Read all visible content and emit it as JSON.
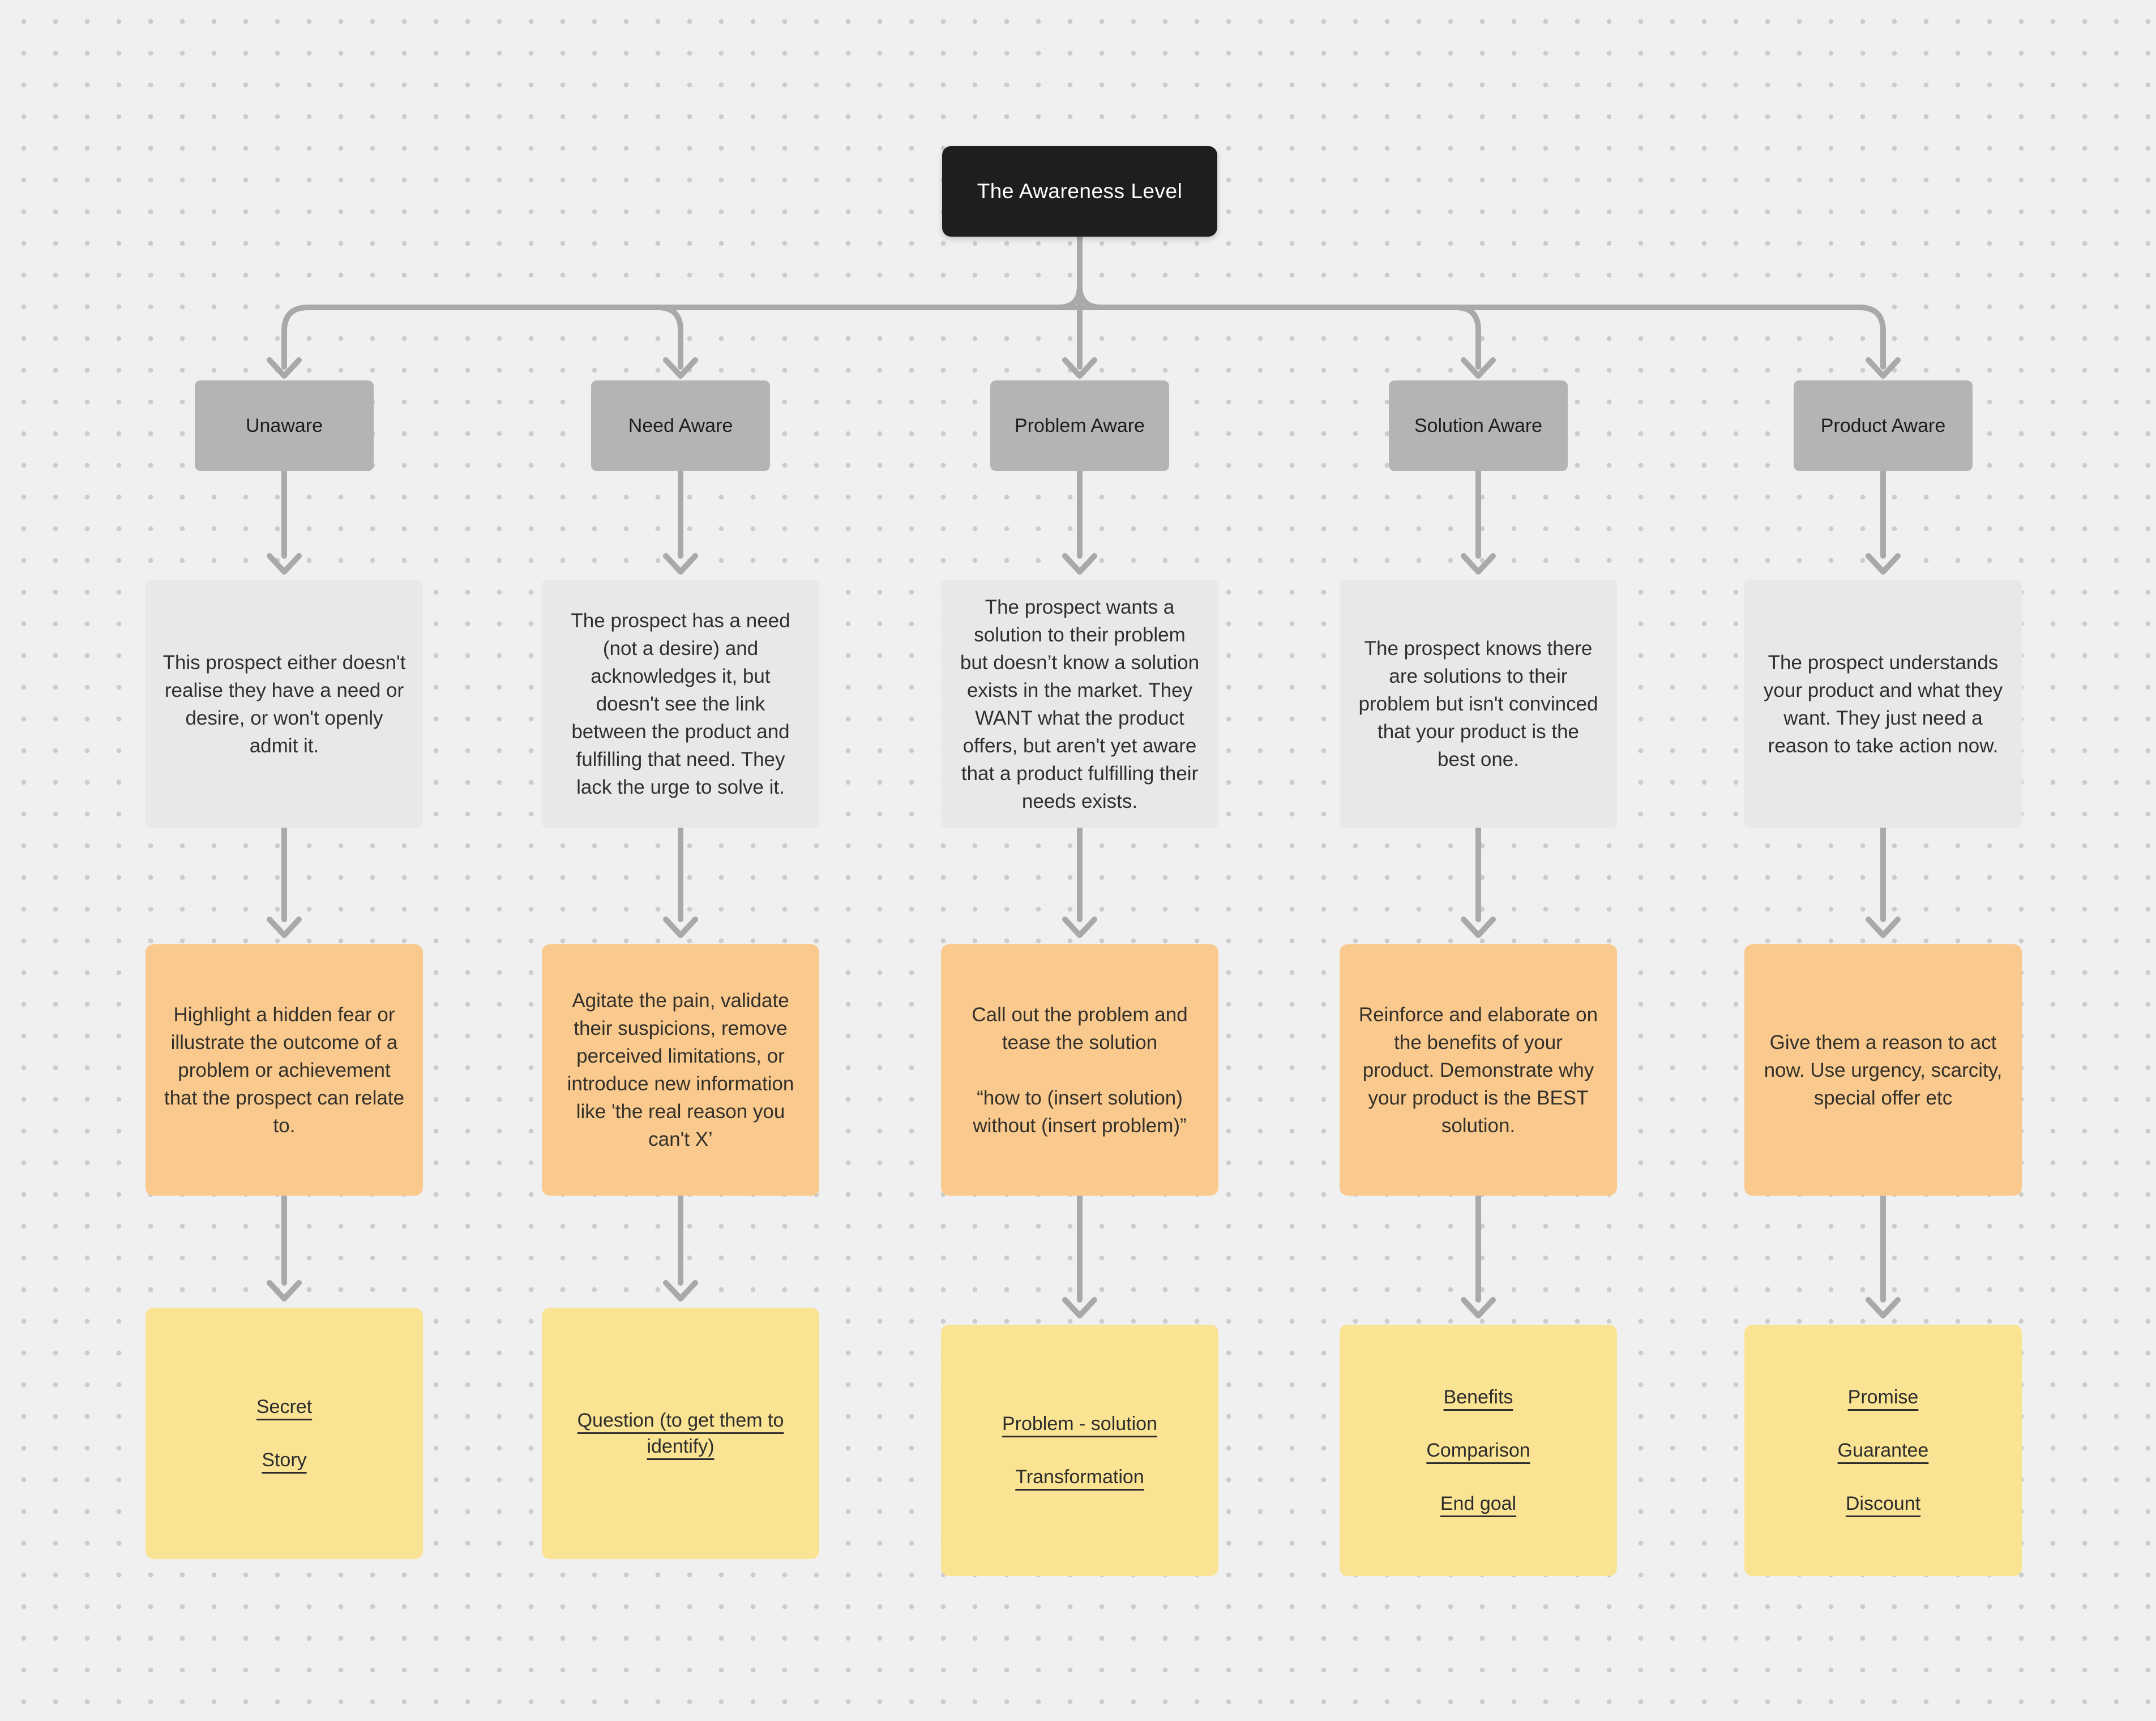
{
  "root": {
    "title": "The Awareness Level"
  },
  "colors": {
    "background": "#f0f0f0",
    "dot_grid": "#cccccc",
    "root_bg": "#1e1e1e",
    "root_text": "#ffffff",
    "stage_bg": "#b4b4b4",
    "description_bg": "#e8e8e8",
    "strategy_bg": "#f9c98e",
    "tactics_bg": "#fae392",
    "connector": "#a9a9a9",
    "text": "#2f2f2f"
  },
  "columns": [
    {
      "label": "Unaware",
      "description": "This prospect either doesn't realise they have a need or desire, or won't openly admit it.",
      "strategy": "Highlight a hidden fear or illustrate the outcome of a problem or achievement that the prospect can relate to.",
      "tactics": [
        "Secret",
        "Story"
      ]
    },
    {
      "label": "Need Aware",
      "description": "The prospect has a need (not a desire) and acknowledges it, but doesn't see the link between the product and fulfilling that need. They lack the urge to solve it.",
      "strategy": "Agitate the pain, validate their suspicions, remove perceived limitations, or introduce new information like 'the real reason you can't X’",
      "tactics": [
        "Question (to get them to identify)"
      ]
    },
    {
      "label": "Problem Aware",
      "description": "The prospect wants a solution to their problem but doesn’t know a solution exists in the market. They WANT what the product offers, but aren't yet aware that a product fulfilling their needs exists.",
      "strategy": "Call out the problem and tease the solution",
      "strategy_quote": "“how to (insert solution) without (insert problem)”",
      "tactics": [
        "Problem - solution",
        "Transformation"
      ]
    },
    {
      "label": "Solution Aware",
      "description": "The prospect knows there are solutions to their problem but isn't convinced that your product is the best one.",
      "strategy": "Reinforce and elaborate on the benefits of your product. Demonstrate why your product is the BEST solution.",
      "tactics": [
        "Benefits",
        "Comparison",
        "End goal"
      ]
    },
    {
      "label": "Product Aware",
      "description": "The prospect understands your product and what they want. They just need a reason to take action now.",
      "strategy": "Give them a reason to act now. Use urgency, scarcity, special offer etc",
      "tactics": [
        "Promise",
        "Guarantee",
        "Discount"
      ]
    }
  ]
}
